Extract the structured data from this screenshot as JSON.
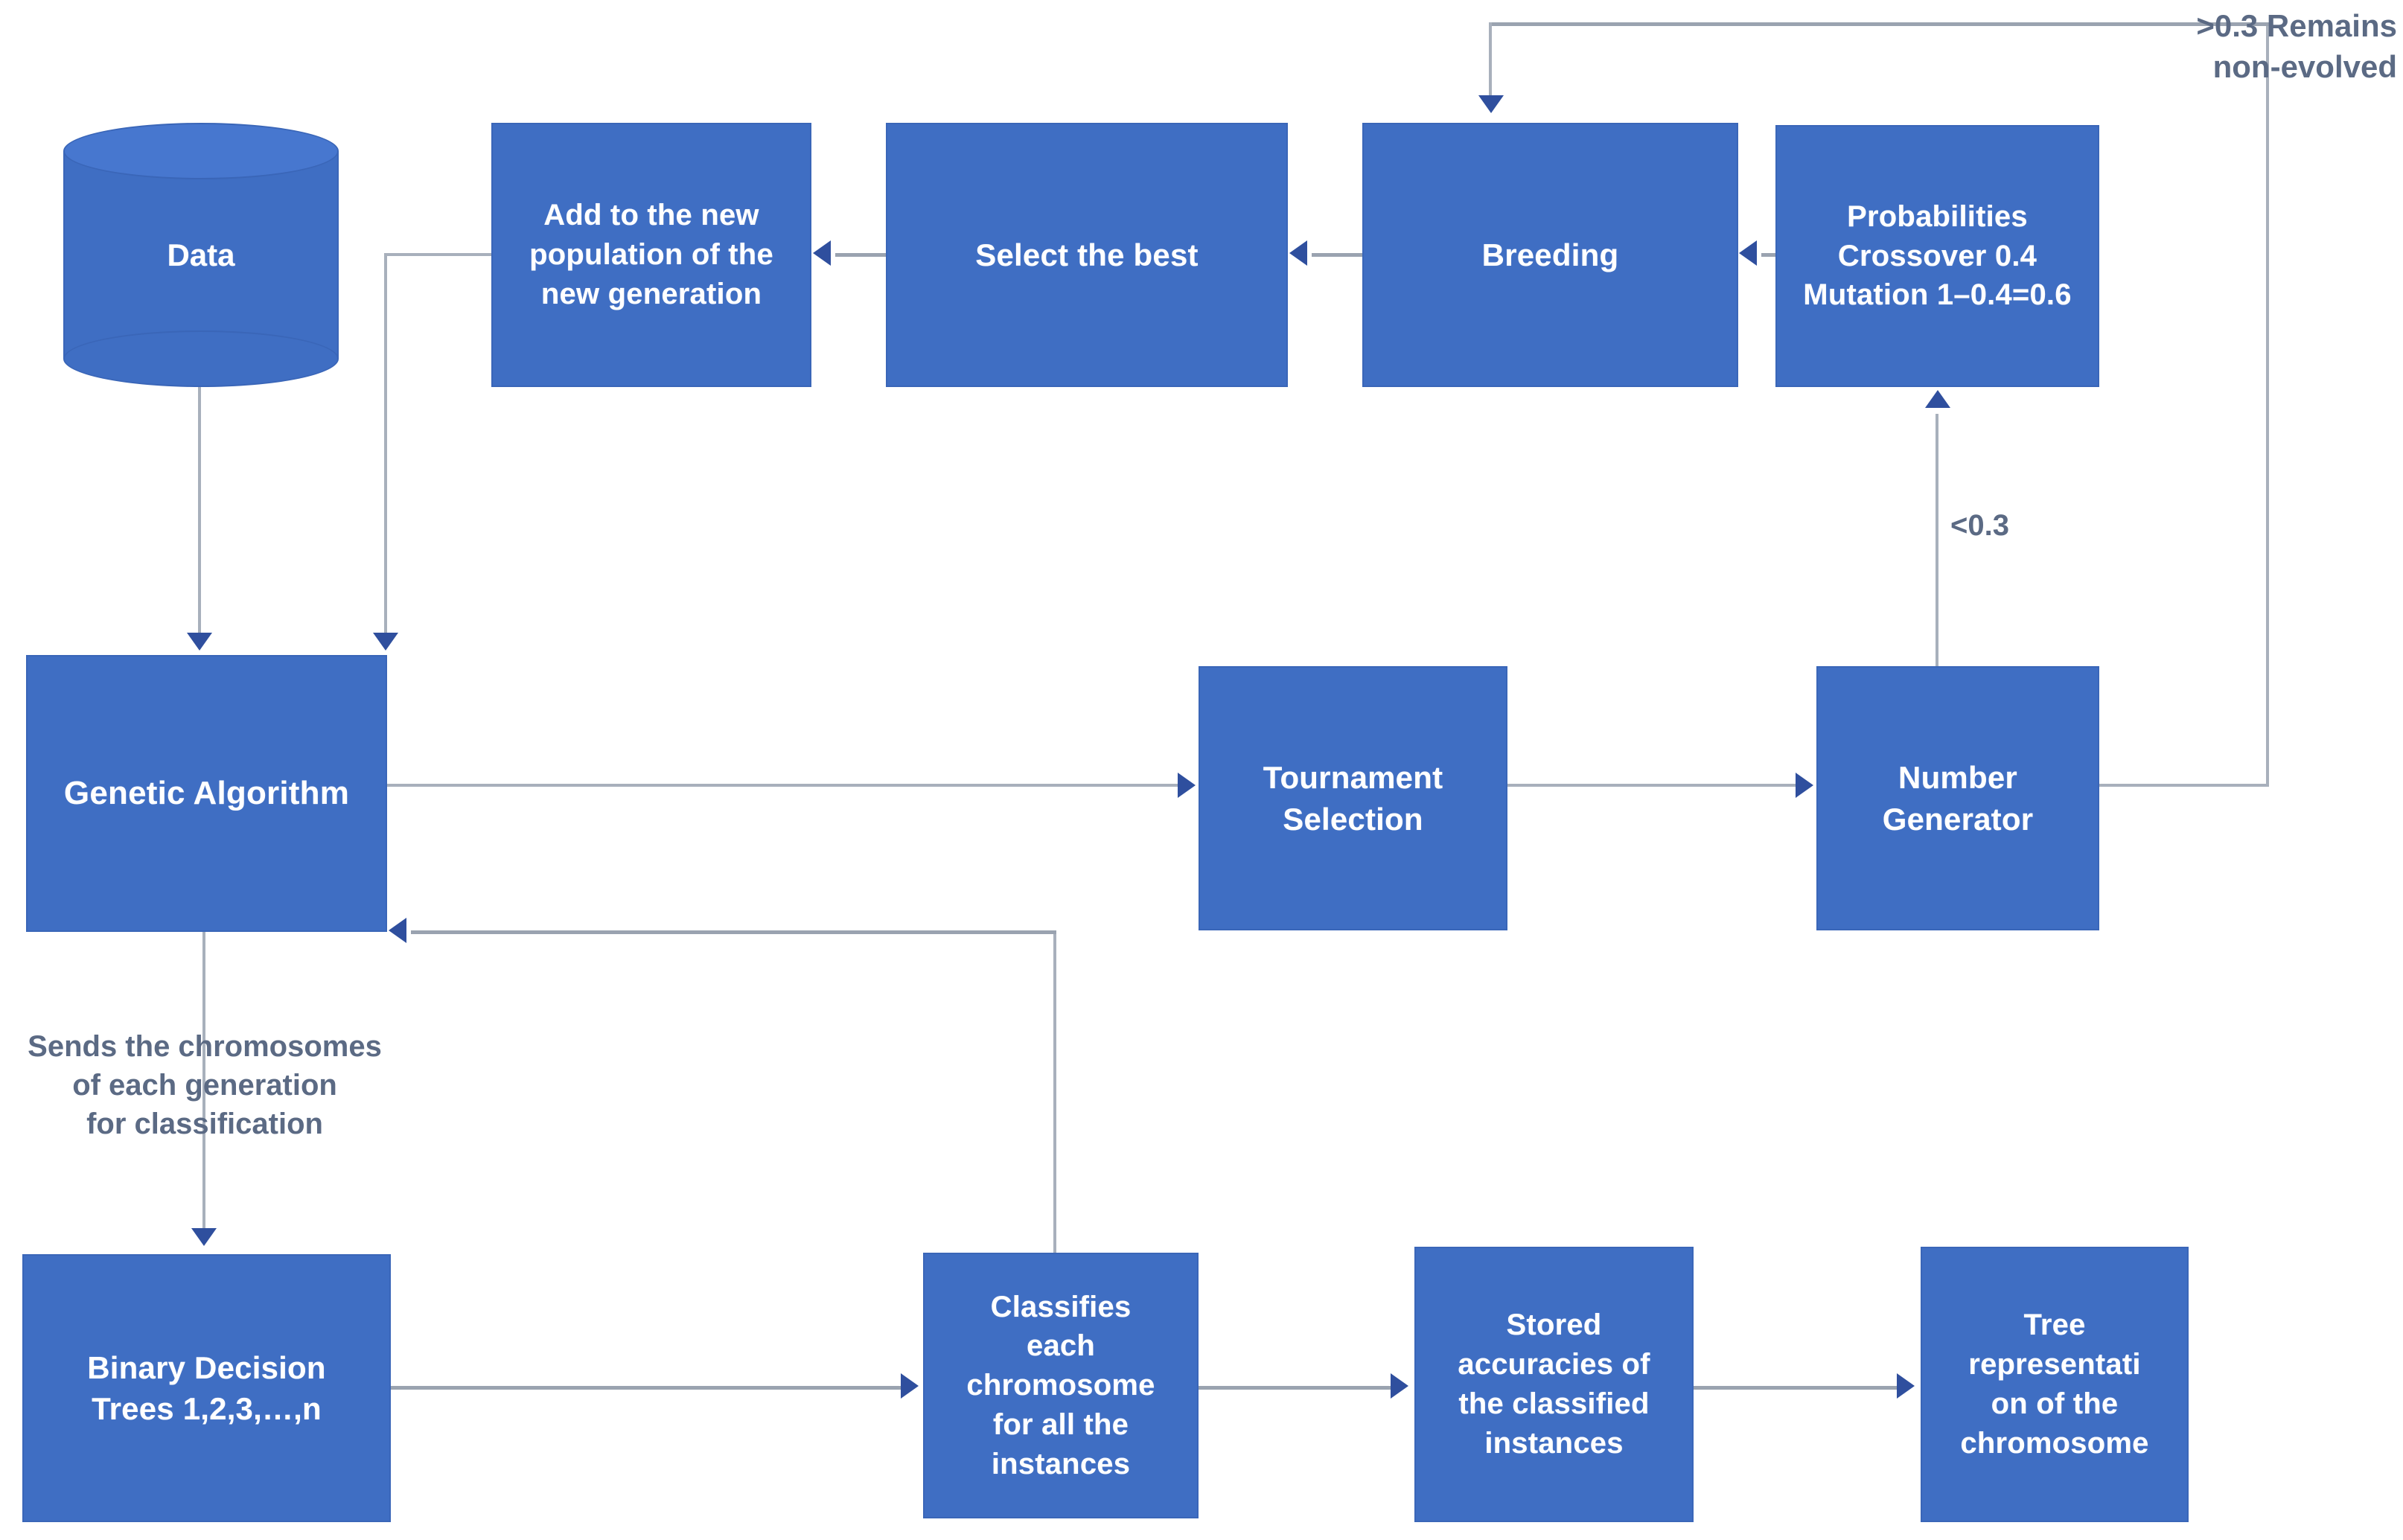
{
  "diagram": {
    "title": "Genetic Algorithm Decision Tree Evolution Flowchart",
    "colors": {
      "node_fill": "#3f6ec3",
      "node_border": "#3a66b8",
      "node_text": "#ffffff",
      "connector": "#9aa3b0",
      "arrowhead": "#2f4f9e",
      "annotation_text": "#5b6a84",
      "background": "#ffffff"
    }
  },
  "nodes": {
    "data": {
      "label": "Data",
      "shape": "cylinder"
    },
    "add_population": {
      "label": "Add to the new\npopulation of the\nnew generation",
      "shape": "rect"
    },
    "select_best": {
      "label": "Select the best",
      "shape": "rect"
    },
    "breeding": {
      "label": "Breeding",
      "shape": "rect"
    },
    "probabilities": {
      "label": "Probabilities\nCrossover 0.4\nMutation 1–0.4=0.6",
      "shape": "rect"
    },
    "genetic_algorithm": {
      "label": "Genetic Algorithm",
      "shape": "rect"
    },
    "tournament_selection": {
      "label": "Tournament\nSelection",
      "shape": "rect"
    },
    "number_generator": {
      "label": "Number\nGenerator",
      "shape": "rect"
    },
    "binary_decision_trees": {
      "label": "Binary Decision\nTrees 1,2,3,…,n",
      "shape": "rect"
    },
    "classifies": {
      "label": "Classifies\neach\nchromosome\nfor all the\ninstances",
      "shape": "rect"
    },
    "stored_accuracies": {
      "label": "Stored\naccuracies of\nthe classified\ninstances",
      "shape": "rect"
    },
    "tree_representation": {
      "label": "Tree\nrepresentati\non of the\nchromosome",
      "shape": "rect"
    }
  },
  "annotations": {
    "remains_non_evolved": ">0.3 Remains\nnon-evolved",
    "less_than_03": "<0.3",
    "sends_chromosomes": "Sends the chromosomes\nof each generation\nfor classification"
  }
}
